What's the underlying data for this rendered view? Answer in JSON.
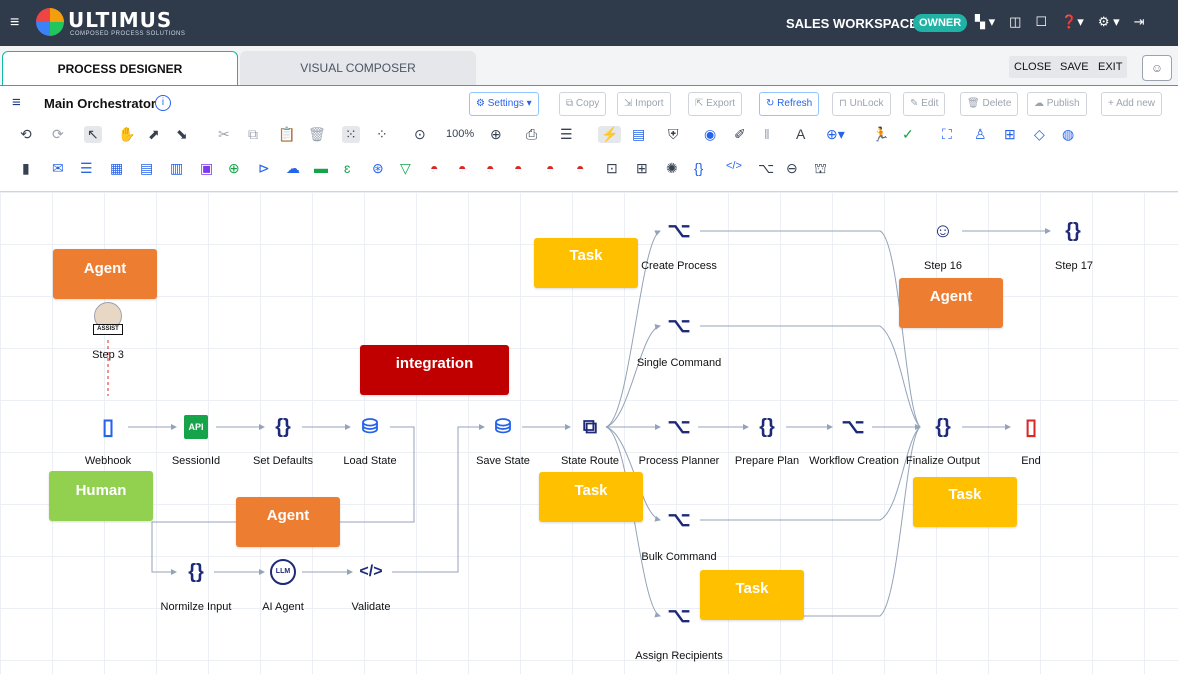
{
  "header": {
    "app_name": "ULTIMUS",
    "app_tagline": "COMPOSED PROCESS SOLUTIONS",
    "workspace": "SALES WORKSPACE",
    "role_badge": "OWNER"
  },
  "tabs": [
    {
      "label": "PROCESS DESIGNER",
      "active": true
    },
    {
      "label": "VISUAL COMPOSER",
      "active": false
    }
  ],
  "window_actions": {
    "close": "CLOSE",
    "save": "SAVE",
    "exit": "EXIT"
  },
  "orchestrator": {
    "title": "Main Orchestrator",
    "actions": [
      "Settings",
      "Copy",
      "Import",
      "Export",
      "Refresh",
      "UnLock",
      "Edit",
      "Delete",
      "Publish",
      "+ Add new"
    ]
  },
  "toolbar": {
    "zoom": "100%"
  },
  "canvas": {
    "nodes": [
      {
        "id": "step3",
        "label": "Step 3",
        "icon": "assist-avatar-icon"
      },
      {
        "id": "webhook",
        "label": "Webhook",
        "icon": "traffic-light-icon"
      },
      {
        "id": "sessionid",
        "label": "SessionId",
        "icon": "api-icon",
        "icon_text": "API"
      },
      {
        "id": "setdefaults",
        "label": "Set Defaults",
        "icon": "braces-icon"
      },
      {
        "id": "loadstate",
        "label": "Load State",
        "icon": "database-icon"
      },
      {
        "id": "savestate",
        "label": "Save State",
        "icon": "database-icon"
      },
      {
        "id": "stateroute",
        "label": "State Route",
        "icon": "route-icon"
      },
      {
        "id": "createprocess",
        "label": "Create Process",
        "icon": "workflow-icon"
      },
      {
        "id": "singlecommand",
        "label": "Single Command",
        "icon": "workflow-icon"
      },
      {
        "id": "processplanner",
        "label": "Process Planner",
        "icon": "workflow-icon"
      },
      {
        "id": "prepareplan",
        "label": "Prepare Plan",
        "icon": "braces-icon"
      },
      {
        "id": "workflowcreation",
        "label": "Workflow Creation",
        "icon": "workflow-icon"
      },
      {
        "id": "bulkcommand",
        "label": "Bulk Command",
        "icon": "workflow-icon"
      },
      {
        "id": "assignrecipients",
        "label": "Assign Recipients",
        "icon": "workflow-icon"
      },
      {
        "id": "finalizeoutput",
        "label": "Finalize Output",
        "icon": "braces-icon"
      },
      {
        "id": "end",
        "label": "End",
        "icon": "traffic-light-icon"
      },
      {
        "id": "step16",
        "label": "Step 16",
        "icon": "robot-icon"
      },
      {
        "id": "step17",
        "label": "Step 17",
        "icon": "braces-icon"
      },
      {
        "id": "normalizeinput",
        "label": "Normilze Input",
        "icon": "braces-icon"
      },
      {
        "id": "aiagent",
        "label": "AI Agent",
        "icon": "llm-icon",
        "icon_text": "LLM"
      },
      {
        "id": "validate",
        "label": "Validate",
        "icon": "code-icon"
      }
    ],
    "notes": [
      {
        "text": "Agent",
        "color": "#ed7d31"
      },
      {
        "text": "Task",
        "color": "#ffc000"
      },
      {
        "text": "integration",
        "color": "#c00000"
      },
      {
        "text": "Agent",
        "color": "#ed7d31"
      },
      {
        "text": "Human",
        "color": "#92d050"
      },
      {
        "text": "Agent",
        "color": "#ed7d31"
      },
      {
        "text": "Task",
        "color": "#ffc000"
      },
      {
        "text": "Task",
        "color": "#ffc000"
      },
      {
        "text": "Task",
        "color": "#ffc000"
      }
    ]
  },
  "colors": {
    "header_bg": "#2f3a4b",
    "accent": "#14b8a6",
    "node_icon": "#1e2a78"
  }
}
